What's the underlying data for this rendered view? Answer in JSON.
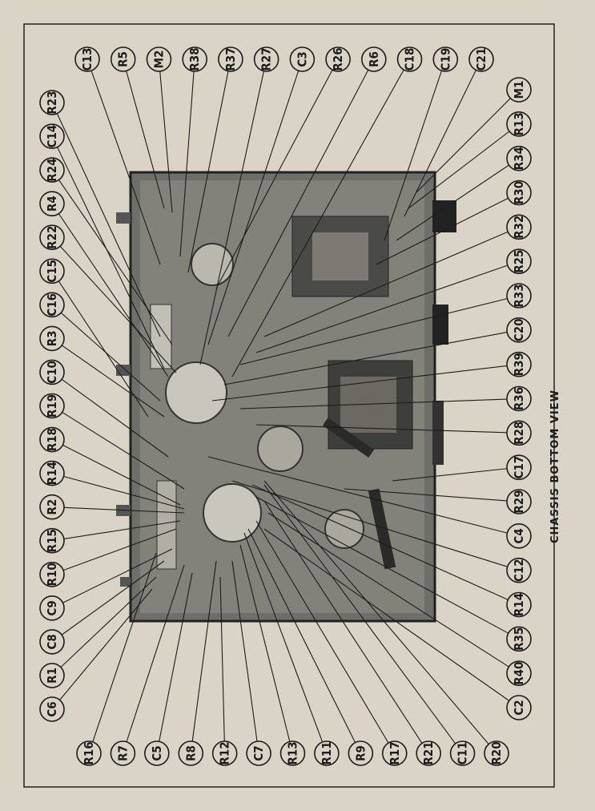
{
  "caption": "CHASSIS BOTTOM VIEW",
  "labels": {
    "top": [
      "C13",
      "R5",
      "M2",
      "R38",
      "R37",
      "R27",
      "C3",
      "R26",
      "R6",
      "C18",
      "C19",
      "C21"
    ],
    "upper_row": [
      "R23",
      "C14",
      "R24",
      "R4",
      "R22",
      "C15",
      "C16",
      "R3",
      "C10",
      "R19",
      "R18",
      "R14",
      "R2",
      "R15",
      "R10",
      "C9",
      "C8",
      "R1",
      "C6"
    ],
    "right_col": [
      "M1",
      "R13",
      "R34",
      "R30",
      "R32",
      "R25",
      "R33",
      "C20",
      "R39",
      "R36",
      "R28",
      "C17",
      "R29",
      "C4",
      "C12",
      "R14",
      "R35",
      "R40",
      "C2"
    ],
    "bottom": [
      "R16",
      "R7",
      "C5",
      "R8",
      "R12",
      "C7",
      "R13",
      "R11",
      "R9",
      "R17",
      "R21",
      "C11",
      "R20"
    ]
  }
}
